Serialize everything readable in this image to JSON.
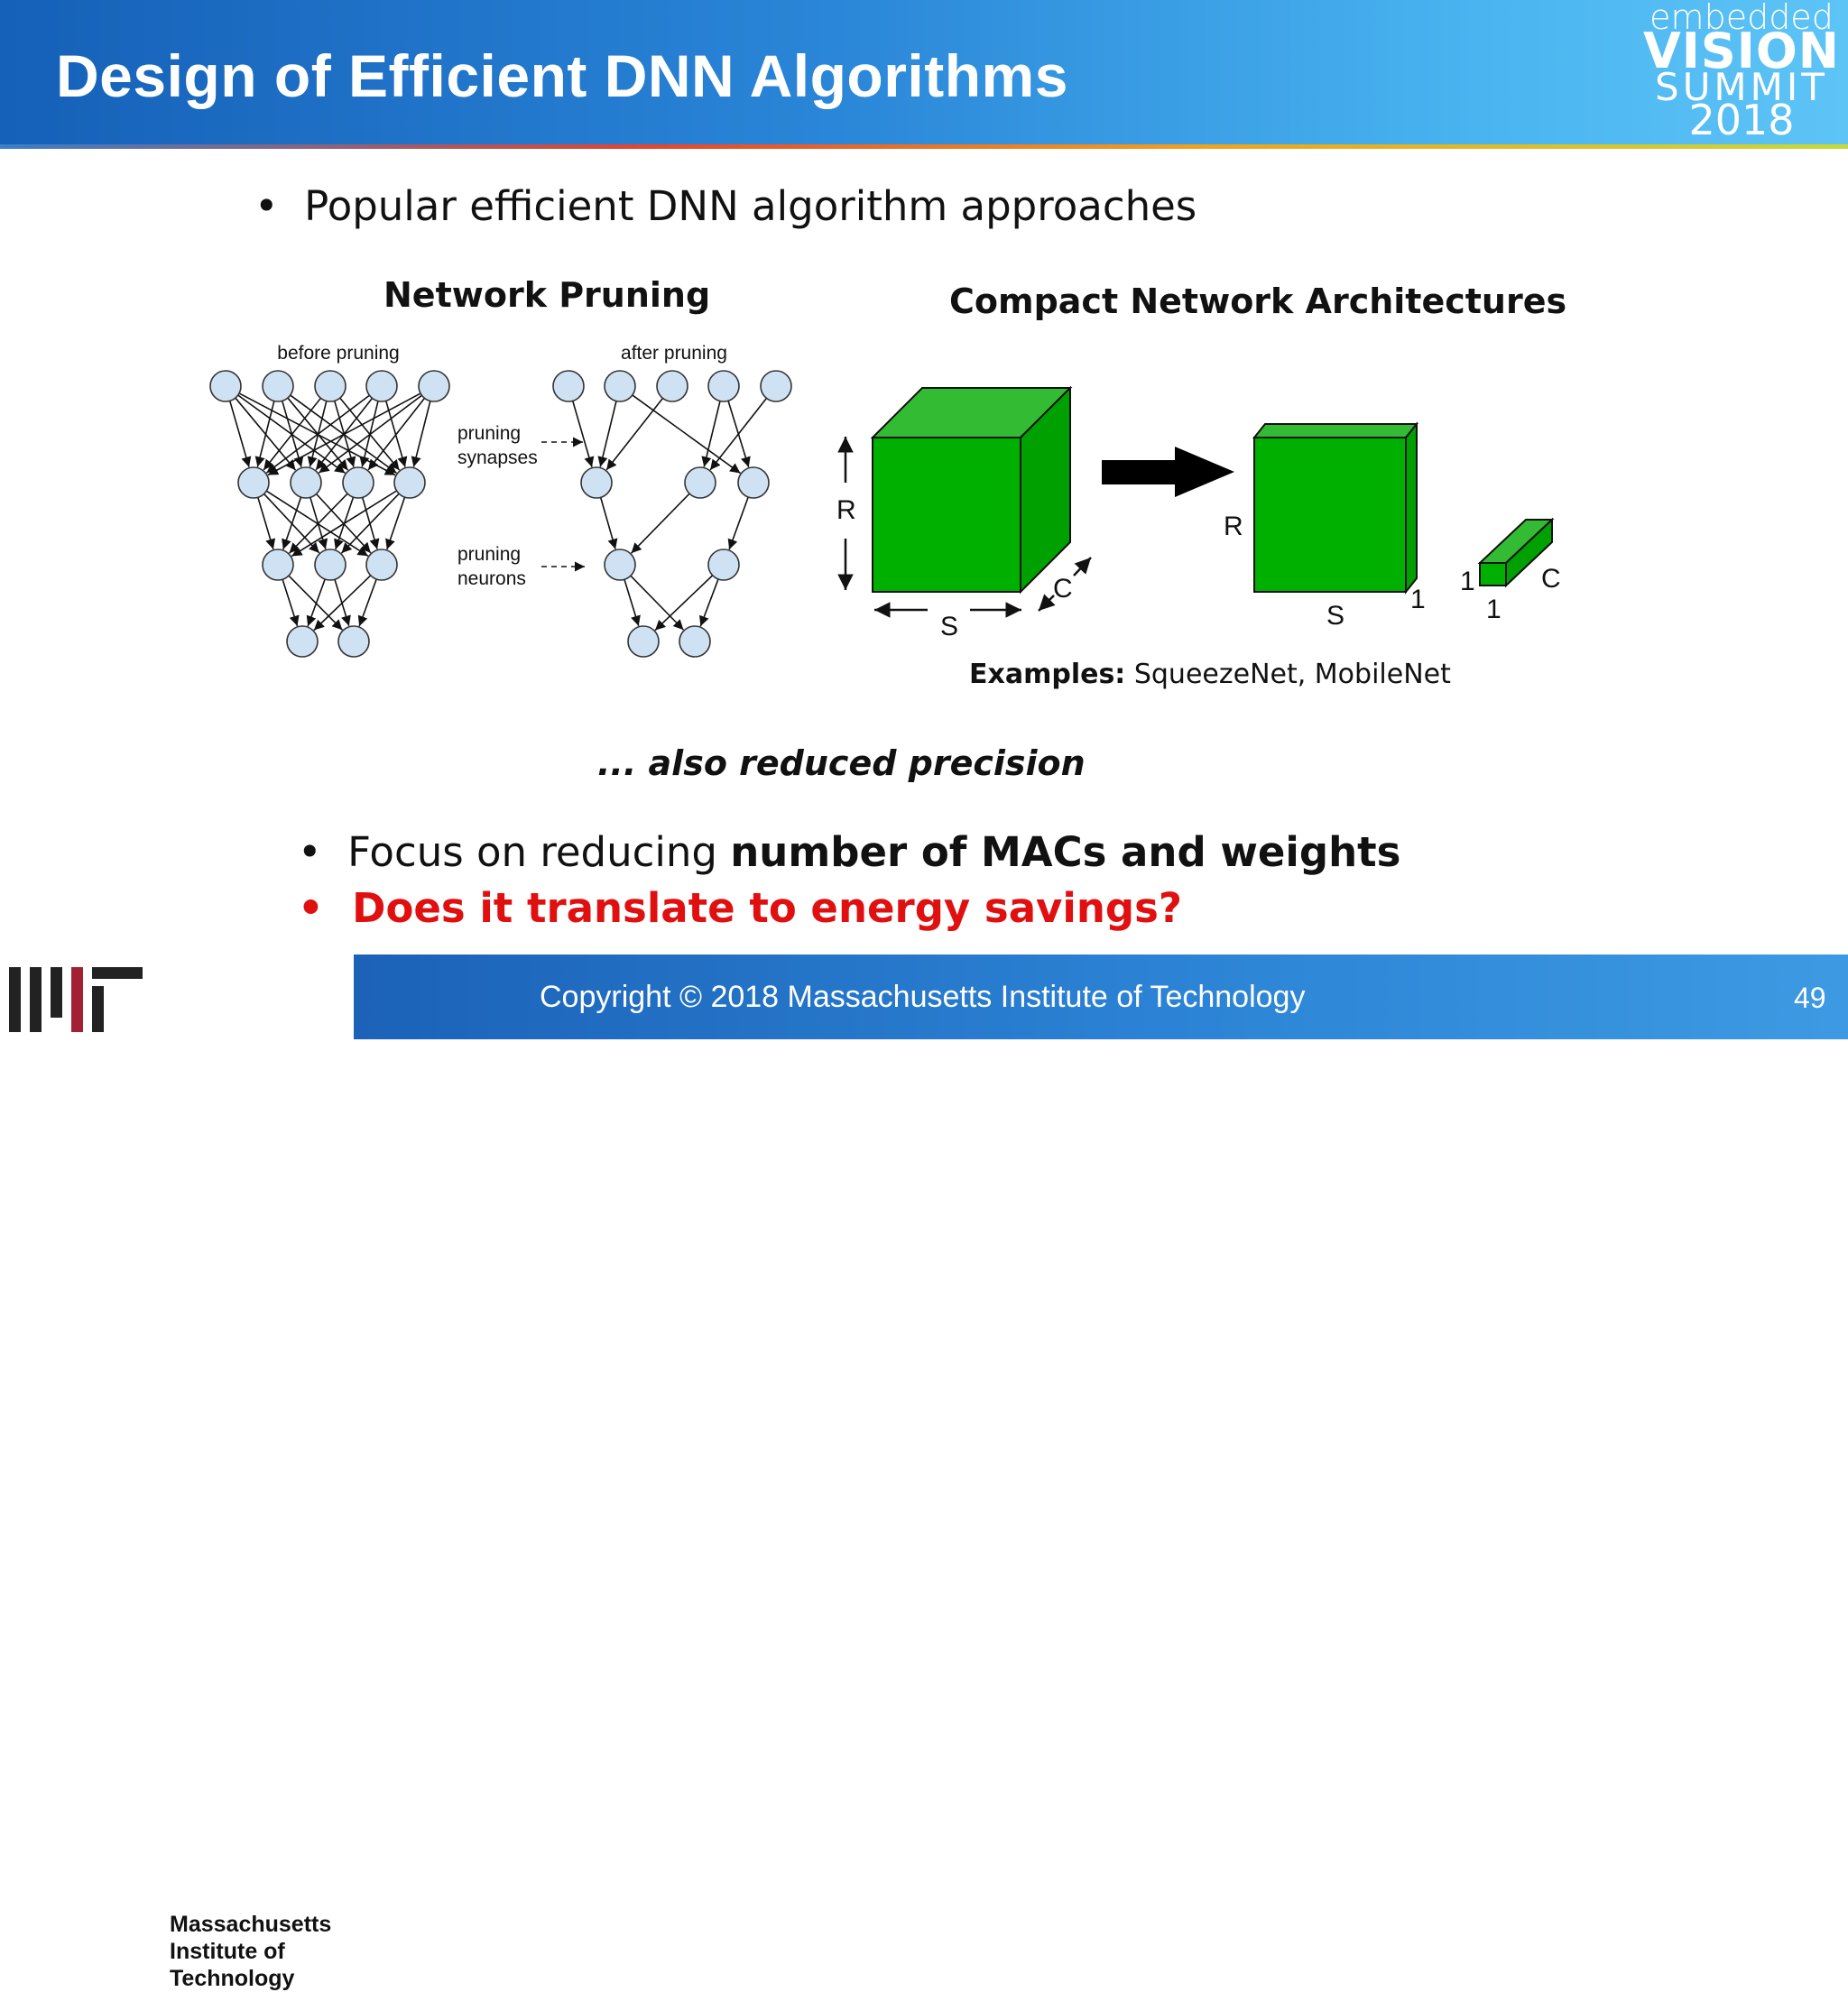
{
  "slide": {
    "title": "Design of Efficient DNN Algorithms",
    "page_number": "49"
  },
  "logo": {
    "line1": "embedded",
    "line2": "VISION",
    "line3": "SUMMIT",
    "line4": "2018"
  },
  "content": {
    "bullet1": "Popular efficient DNN algorithm approaches",
    "pruning": {
      "heading": "Network Pruning",
      "before_label": "before pruning",
      "after_label": "after pruning",
      "synapses_label_1": "pruning",
      "synapses_label_2": "synapses",
      "neurons_label_1": "pruning",
      "neurons_label_2": "neurons"
    },
    "compact": {
      "heading": "Compact Network Architectures",
      "label_R": "R",
      "label_S": "S",
      "label_C": "C",
      "label_1": "1",
      "examples_bold": "Examples:",
      "examples_text": " SqueezeNet, MobileNet"
    },
    "also": "... also reduced precision",
    "bullet2_plain": "Focus on reducing ",
    "bullet2_bold": "number of MACs and weights",
    "bullet3": "Does it translate to energy savings?"
  },
  "footer": {
    "mit_line1": "Massachusetts",
    "mit_line2": "Institute of",
    "mit_line3": "Technology",
    "copyright": "Copyright © 2018 Massachusetts Institute of Technology"
  },
  "colors": {
    "cube_green": "#00b000",
    "node_fill": "#cfe2f3",
    "accent_red": "#e01010",
    "mit_red": "#a31f34"
  }
}
